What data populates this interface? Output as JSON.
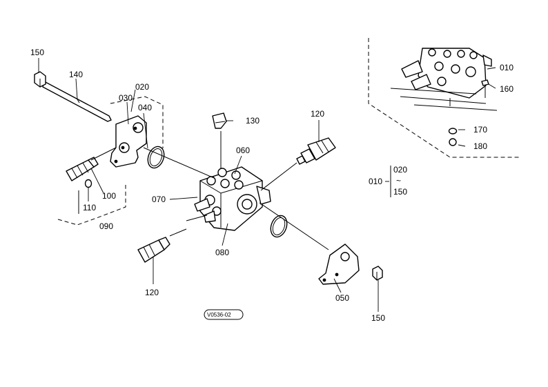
{
  "labels": {
    "p010": "010",
    "p010b": "010",
    "p020": "020",
    "p020b": "020",
    "p030": "030",
    "p040": "040",
    "p050": "050",
    "p060": "060",
    "p070": "070",
    "p080": "080",
    "p090": "090",
    "p100": "100",
    "p110": "110",
    "p120a": "120",
    "p120b": "120",
    "p130": "130",
    "p140": "140",
    "p150a": "150",
    "p150b": "150",
    "p150c": "150",
    "p160": "160",
    "p170": "170",
    "p180": "180",
    "tilde": "~"
  },
  "drawing_code": "V0536-02"
}
